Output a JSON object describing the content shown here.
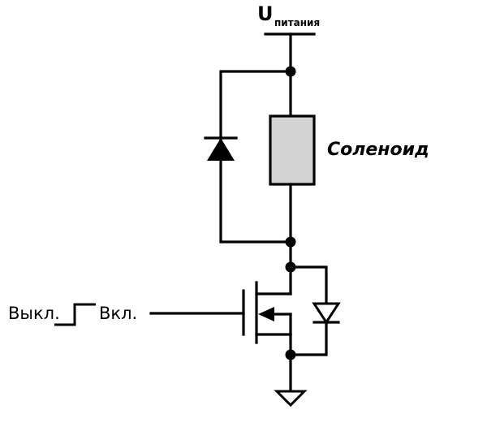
{
  "supply": {
    "symbol": "U",
    "subscript": "питания"
  },
  "solenoid": {
    "label": "Соленоид",
    "fill_color": "#d3d3d3"
  },
  "input": {
    "off_label": "Выкл.",
    "on_label": "Вкл."
  },
  "colors": {
    "line": "#000000",
    "background": "#ffffff"
  },
  "icons": {
    "flyback_diode": "diode-icon",
    "body_diode": "diode-icon",
    "transistor": "mosfet-icon",
    "ground": "ground-icon",
    "signal": "step-signal-icon"
  }
}
